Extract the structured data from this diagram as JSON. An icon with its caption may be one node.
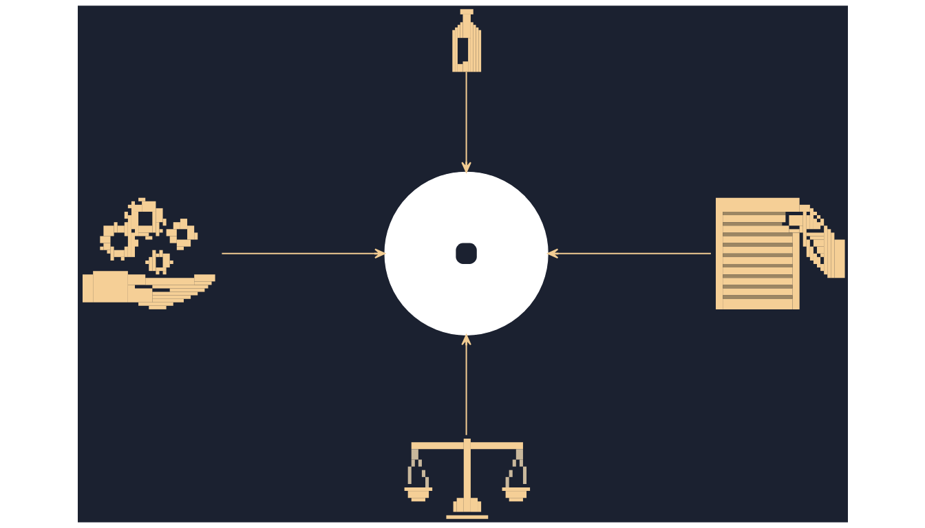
{
  "diagram": {
    "nodes": [
      {
        "text": [],
        "shape": "picture"
      },
      {
        "text": [],
        "shape": "picture"
      },
      {
        "text": [],
        "shape": "circle"
      },
      {
        "text": [],
        "shape": "picture"
      },
      {
        "text": [],
        "shape": "picture"
      }
    ],
    "edges": [
      {
        "from": 0,
        "to": 2,
        "arrow": "to"
      },
      {
        "from": 1,
        "to": 2,
        "arrow": "to"
      },
      {
        "from": 3,
        "to": 2,
        "arrow": "to"
      },
      {
        "from": 4,
        "to": 2,
        "arrow": "to"
      }
    ]
  }
}
